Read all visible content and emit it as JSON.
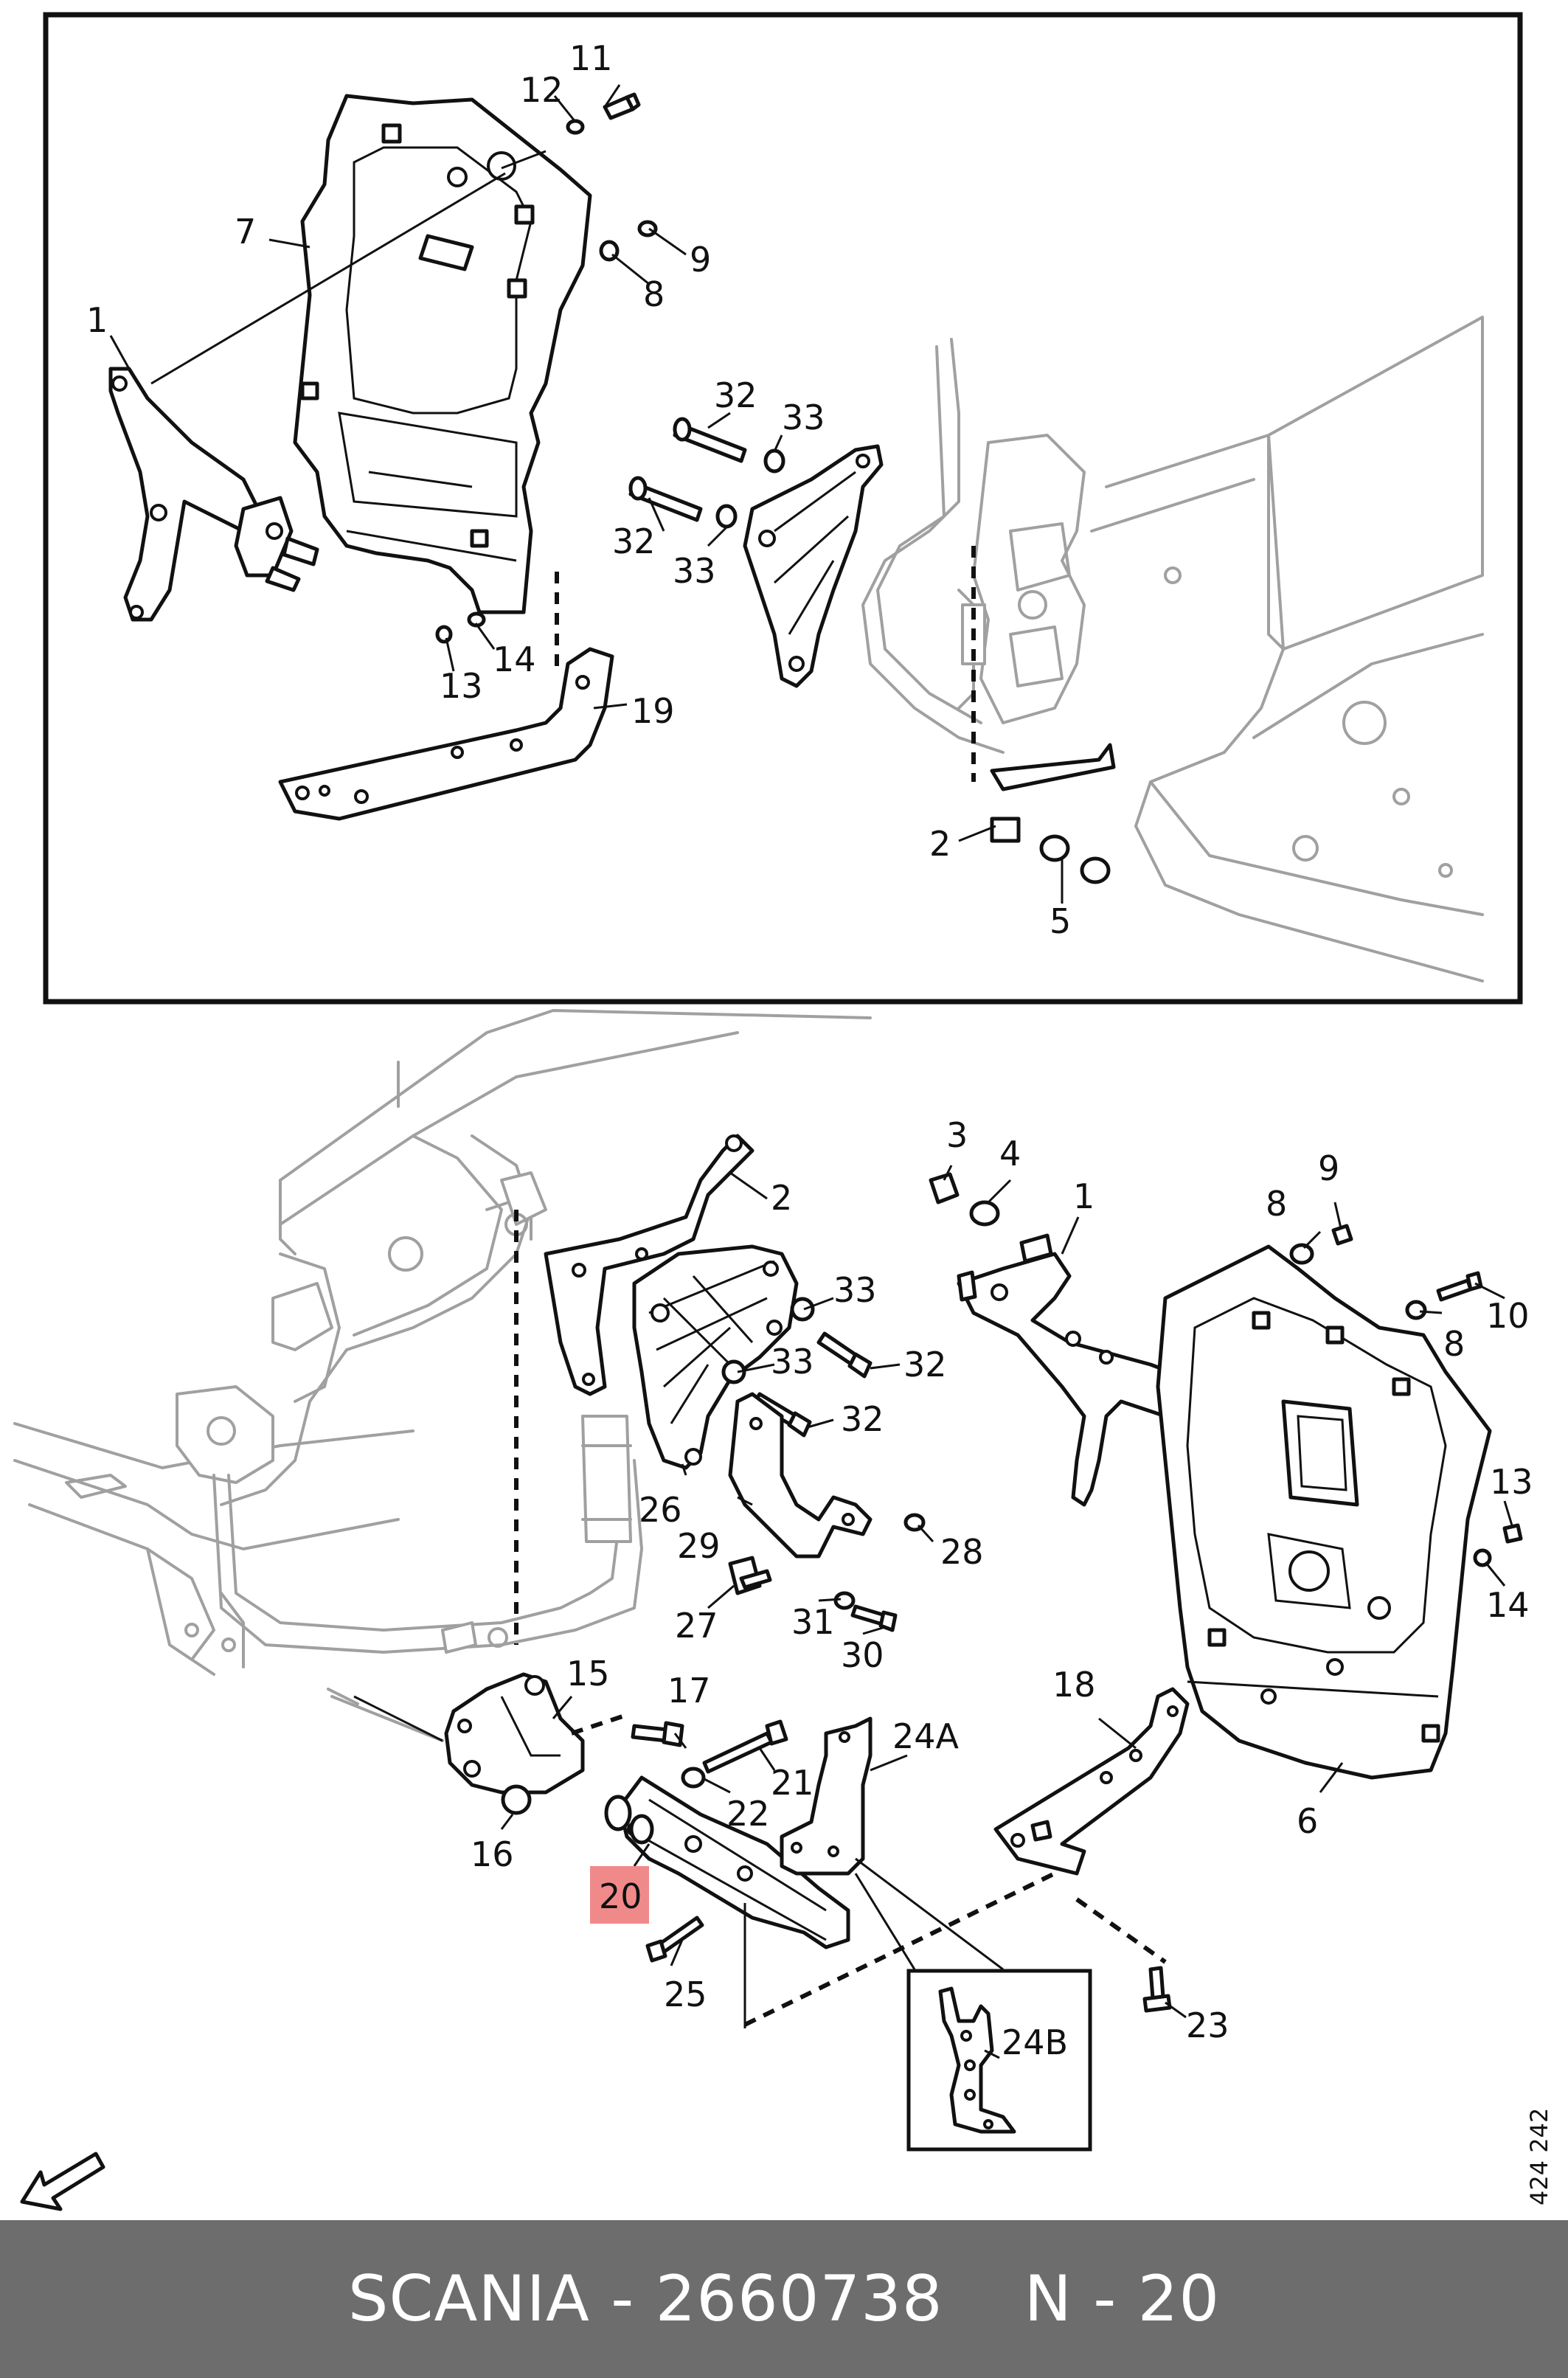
{
  "labels": {
    "c1": "1",
    "c2": "2",
    "c5": "5",
    "c7": "7",
    "c8": "8",
    "c9": "9",
    "c11": "11",
    "c12": "12",
    "c13": "13",
    "c14": "14",
    "c19": "19",
    "c32a": "32",
    "c32b": "32",
    "c33a": "33",
    "c33b": "33",
    "m1": "1",
    "m2": "2",
    "m3": "3",
    "m4": "4",
    "m6": "6",
    "m8a": "8",
    "m8b": "8",
    "m9": "9",
    "m10": "10",
    "m13": "13",
    "m14": "14",
    "m15": "15",
    "m16": "16",
    "m17": "17",
    "m18": "18",
    "m20": "20",
    "m21": "21",
    "m22": "22",
    "m23": "23",
    "m24A": "24A",
    "m24B": "24B",
    "m25": "25",
    "m26": "26",
    "m27": "27",
    "m28": "28",
    "m29": "29",
    "m30": "30",
    "m31": "31",
    "m32a": "32",
    "m32b": "32",
    "m33a": "33",
    "m33b": "33"
  },
  "side_code": "424 242",
  "highlight_color": "#f08a8a",
  "footer": {
    "brand": "SCANIA - 2660738",
    "position": "N - 20"
  },
  "footer_color": "#6d6d6d"
}
